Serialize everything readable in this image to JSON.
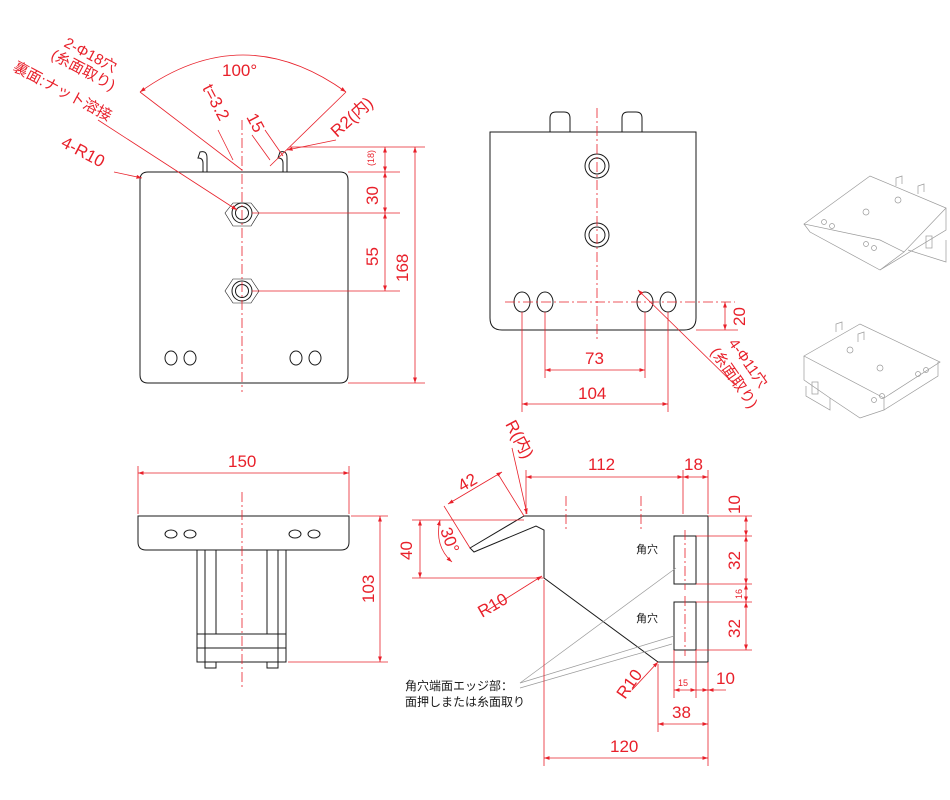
{
  "colors": {
    "dimension": "#e8202a",
    "outline": "#1a1a1a",
    "leader": "#9a9a9a"
  },
  "views": {
    "top": {
      "angle": "100°",
      "thickness": "t=3.2",
      "hole_lines": [
        "2-Φ18穴",
        "(糸面取り)",
        "裏面:ナット溶接"
      ],
      "corner_radius": "4-R10",
      "tab_width": "15",
      "bend_radius": "R2(内)",
      "dims": {
        "d18": "(18)",
        "d30": "30",
        "d55": "55",
        "d168": "168"
      }
    },
    "bottom_view": {
      "hole_lines": [
        "4-Φ11穴",
        "(糸面取り)"
      ],
      "dims": {
        "d20": "20",
        "d73": "73",
        "d104": "104"
      }
    },
    "front": {
      "width": "150",
      "height": "103"
    },
    "side": {
      "bend_radius": "R(内)",
      "dims": {
        "d42": "42",
        "d112": "112",
        "d18": "18",
        "d10a": "10",
        "d40": "40",
        "angle30": "30°",
        "d32a": "32",
        "d16": "16",
        "d32b": "32",
        "r10a": "R10",
        "r10b": "R10",
        "d15": "15",
        "d10b": "10",
        "d38": "38",
        "d120": "120"
      },
      "square_hole_label_1": "角穴",
      "square_hole_label_2": "角穴",
      "note_lines": [
        "角穴端面エッジ部：",
        "面押しまたは糸面取り"
      ]
    }
  }
}
